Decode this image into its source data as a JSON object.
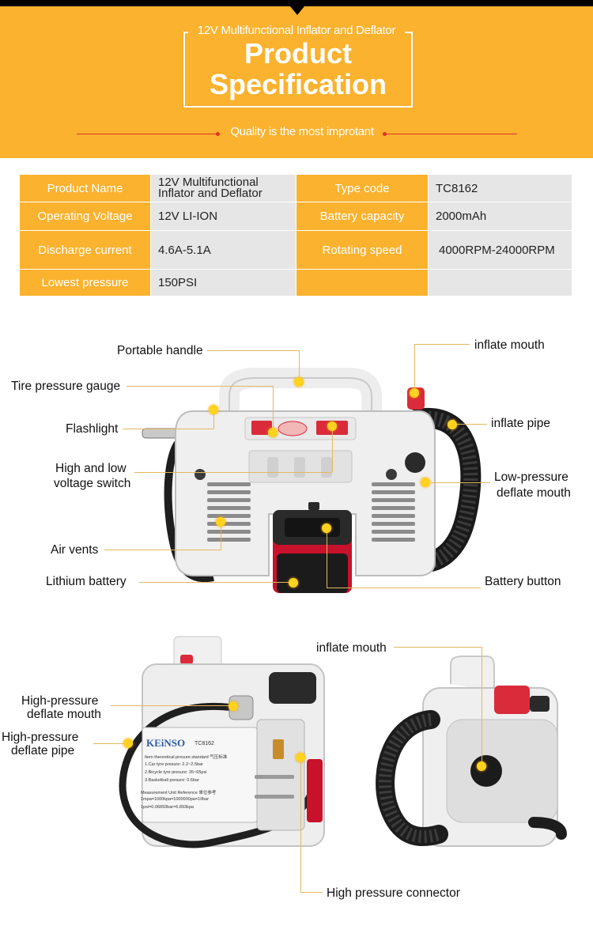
{
  "header": {
    "subtitle": "12V Multifunctional Inflator and Deflator",
    "title_line1": "Product",
    "title_line2": "Specification",
    "tagline": "Quality is the most improtant"
  },
  "spec_table": {
    "rows": [
      [
        {
          "label": "Product Name",
          "value": "12V Multifunctional Inflator and Deflator"
        },
        {
          "label": "Type code",
          "value": "TC8162"
        }
      ],
      [
        {
          "label": "Operating Voltage",
          "value": "12V LI-ION"
        },
        {
          "label": "Battery capacity",
          "value": "2000mAh"
        }
      ],
      [
        {
          "label": "Discharge current",
          "value": "4.6A-5.1A"
        },
        {
          "label": "Rotating speed",
          "value": "4000RPM-24000RPM"
        }
      ],
      [
        {
          "label": "Lowest pressure",
          "value": "150PSI"
        },
        {
          "label": "",
          "value": ""
        }
      ]
    ]
  },
  "front_view": {
    "labels": {
      "portable_handle": "Portable handle",
      "tire_pressure_gauge": "Tire pressure gauge",
      "flashlight": "Flashlight",
      "voltage_switch_line1": "High and low",
      "voltage_switch_line2": "voltage switch",
      "air_vents": "Air vents",
      "lithium_battery": "Lithium battery",
      "inflate_mouth": "inflate mouth",
      "inflate_pipe": "inflate pipe",
      "low_pressure_line1": "Low-pressure",
      "low_pressure_line2": "deflate mouth",
      "battery_button": "Battery button"
    }
  },
  "side_views": {
    "labels": {
      "hp_mouth_line1": "High-pressure",
      "hp_mouth_line2": "deflate mouth",
      "hp_pipe_line1": "High-pressure",
      "hp_pipe_line2": "deflate pipe",
      "inflate_mouth": "inflate mouth",
      "hp_connector": "High pressure connector"
    },
    "product_sticker": {
      "brand": "KEiNSO",
      "model": "TC8162",
      "heading": "Item theoretical presure standard 气压标准",
      "line1": "1.Car tyre presure: 2.2~2.5bar",
      "line2": "2.Bicycle tyre presure: 35~65psi",
      "line3": "3.Basketball presure: 0.6bar",
      "unit_heading": "Measurement Unit Reference 单位参考",
      "unit1": "1mpa=1000kpa=1000000pa=10bar",
      "unit2": "1psi=0.06893bar=6.893kpa"
    }
  },
  "colors": {
    "brand_yellow": "#fbb22e",
    "cell_gray": "#e6e6e6",
    "accent_red": "#e0322b",
    "callout_dot": "#ffd21f"
  }
}
